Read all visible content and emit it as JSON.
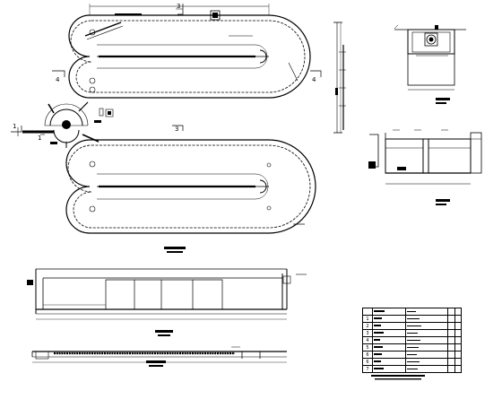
{
  "section_markers": {
    "a1": "4",
    "a2": "4",
    "b1": "3",
    "b2": "3",
    "c1": "1",
    "c2": "1"
  },
  "table": {
    "row_numbers": [
      "1",
      "2",
      "3",
      "4",
      "5",
      "6",
      "6",
      "7"
    ]
  },
  "colors": {
    "line": "#000000",
    "background": "#ffffff"
  }
}
